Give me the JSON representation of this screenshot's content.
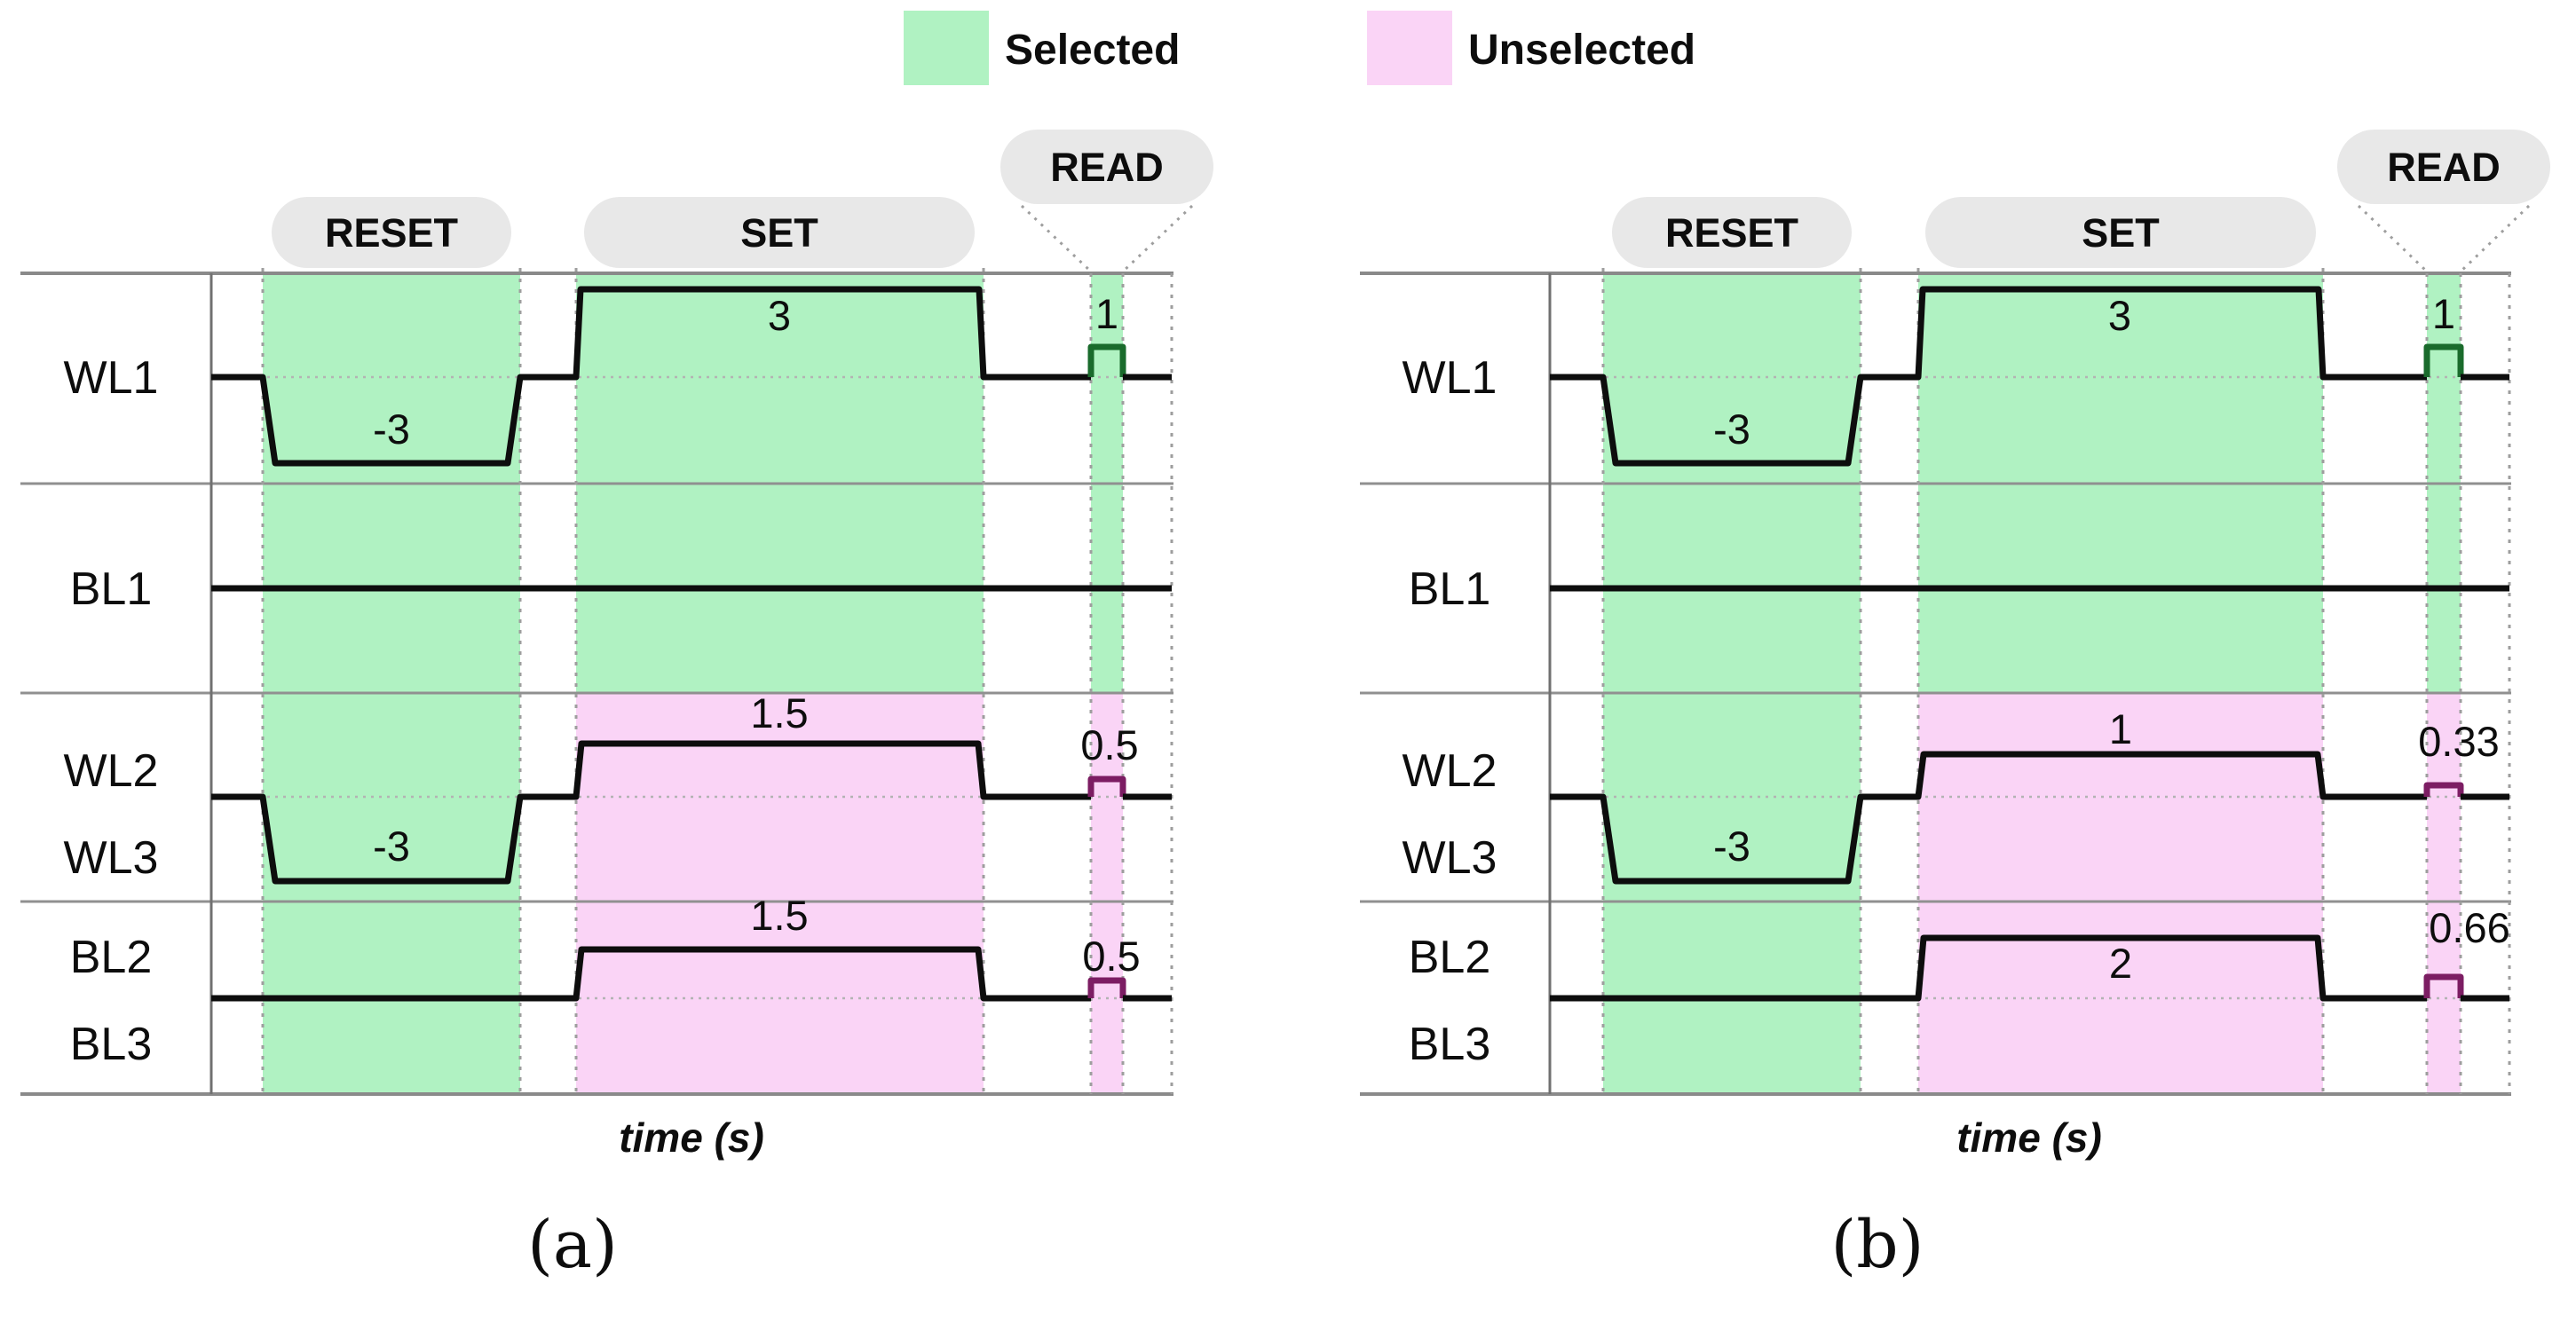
{
  "colors": {
    "selected_band": "#b0f2c2",
    "unselected_band": "#fad4f6",
    "phase_text": "#ed1c24",
    "read_pulse_selected": "#1a6b2c",
    "read_pulse_unselected": "#7c1d63"
  },
  "legend": {
    "selected_label": "Selected",
    "unselected_label": "Unselected"
  },
  "panel_a": {
    "caption": "(a)",
    "time_axis_label": "time (s)",
    "phases": {
      "reset": "RESET",
      "set": "SET",
      "read": "READ"
    },
    "signals": {
      "wl1": {
        "label": "WL1",
        "reset": "-3",
        "set": "3",
        "read": "1"
      },
      "bl1": {
        "label": "BL1"
      },
      "wl2_wl3": {
        "label_top": "WL2",
        "label_bottom": "WL3",
        "reset": "-3",
        "set": "1.5",
        "read": "0.5"
      },
      "bl2_bl3": {
        "label_top": "BL2",
        "label_bottom": "BL3",
        "set": "1.5",
        "read": "0.5"
      }
    }
  },
  "panel_b": {
    "caption": "(b)",
    "time_axis_label": "time (s)",
    "phases": {
      "reset": "RESET",
      "set": "SET",
      "read": "READ"
    },
    "signals": {
      "wl1": {
        "label": "WL1",
        "reset": "-3",
        "set": "3",
        "read": "1"
      },
      "bl1": {
        "label": "BL1"
      },
      "wl2_wl3": {
        "label_top": "WL2",
        "label_bottom": "WL3",
        "reset": "-3",
        "set": "1",
        "read": "0.33"
      },
      "bl2_bl3": {
        "label_top": "BL2",
        "label_bottom": "BL3",
        "set": "2",
        "read": "0.66"
      }
    }
  },
  "chart_data": {
    "type": "line",
    "description": "Schematic voltage waveforms versus time for selected (green) and unselected (pink) word/bit lines during RESET, SET and READ phases",
    "x_phases": [
      "RESET",
      "SET",
      "READ"
    ],
    "xlabel": "time (s)",
    "panels": [
      {
        "caption": "(a)",
        "series": [
          {
            "name": "WL1",
            "selection": "selected",
            "idle_v": 0,
            "reset_v": -3,
            "set_v": 3,
            "read_v": 1
          },
          {
            "name": "BL1",
            "selection": "selected",
            "idle_v": 0,
            "reset_v": 0,
            "set_v": 0,
            "read_v": 0
          },
          {
            "name": "WL2/WL3",
            "selection": "unselected",
            "idle_v": 0,
            "reset_v": -3,
            "set_v": 1.5,
            "read_v": 0.5
          },
          {
            "name": "BL2/BL3",
            "selection": "unselected",
            "idle_v": 0,
            "reset_v": 0,
            "set_v": 1.5,
            "read_v": 0.5
          }
        ]
      },
      {
        "caption": "(b)",
        "series": [
          {
            "name": "WL1",
            "selection": "selected",
            "idle_v": 0,
            "reset_v": -3,
            "set_v": 3,
            "read_v": 1
          },
          {
            "name": "BL1",
            "selection": "selected",
            "idle_v": 0,
            "reset_v": 0,
            "set_v": 0,
            "read_v": 0
          },
          {
            "name": "WL2/WL3",
            "selection": "unselected",
            "idle_v": 0,
            "reset_v": -3,
            "set_v": 1,
            "read_v": 0.33
          },
          {
            "name": "BL2/BL3",
            "selection": "unselected",
            "idle_v": 0,
            "reset_v": 0,
            "set_v": 2,
            "read_v": 0.66
          }
        ]
      }
    ]
  }
}
